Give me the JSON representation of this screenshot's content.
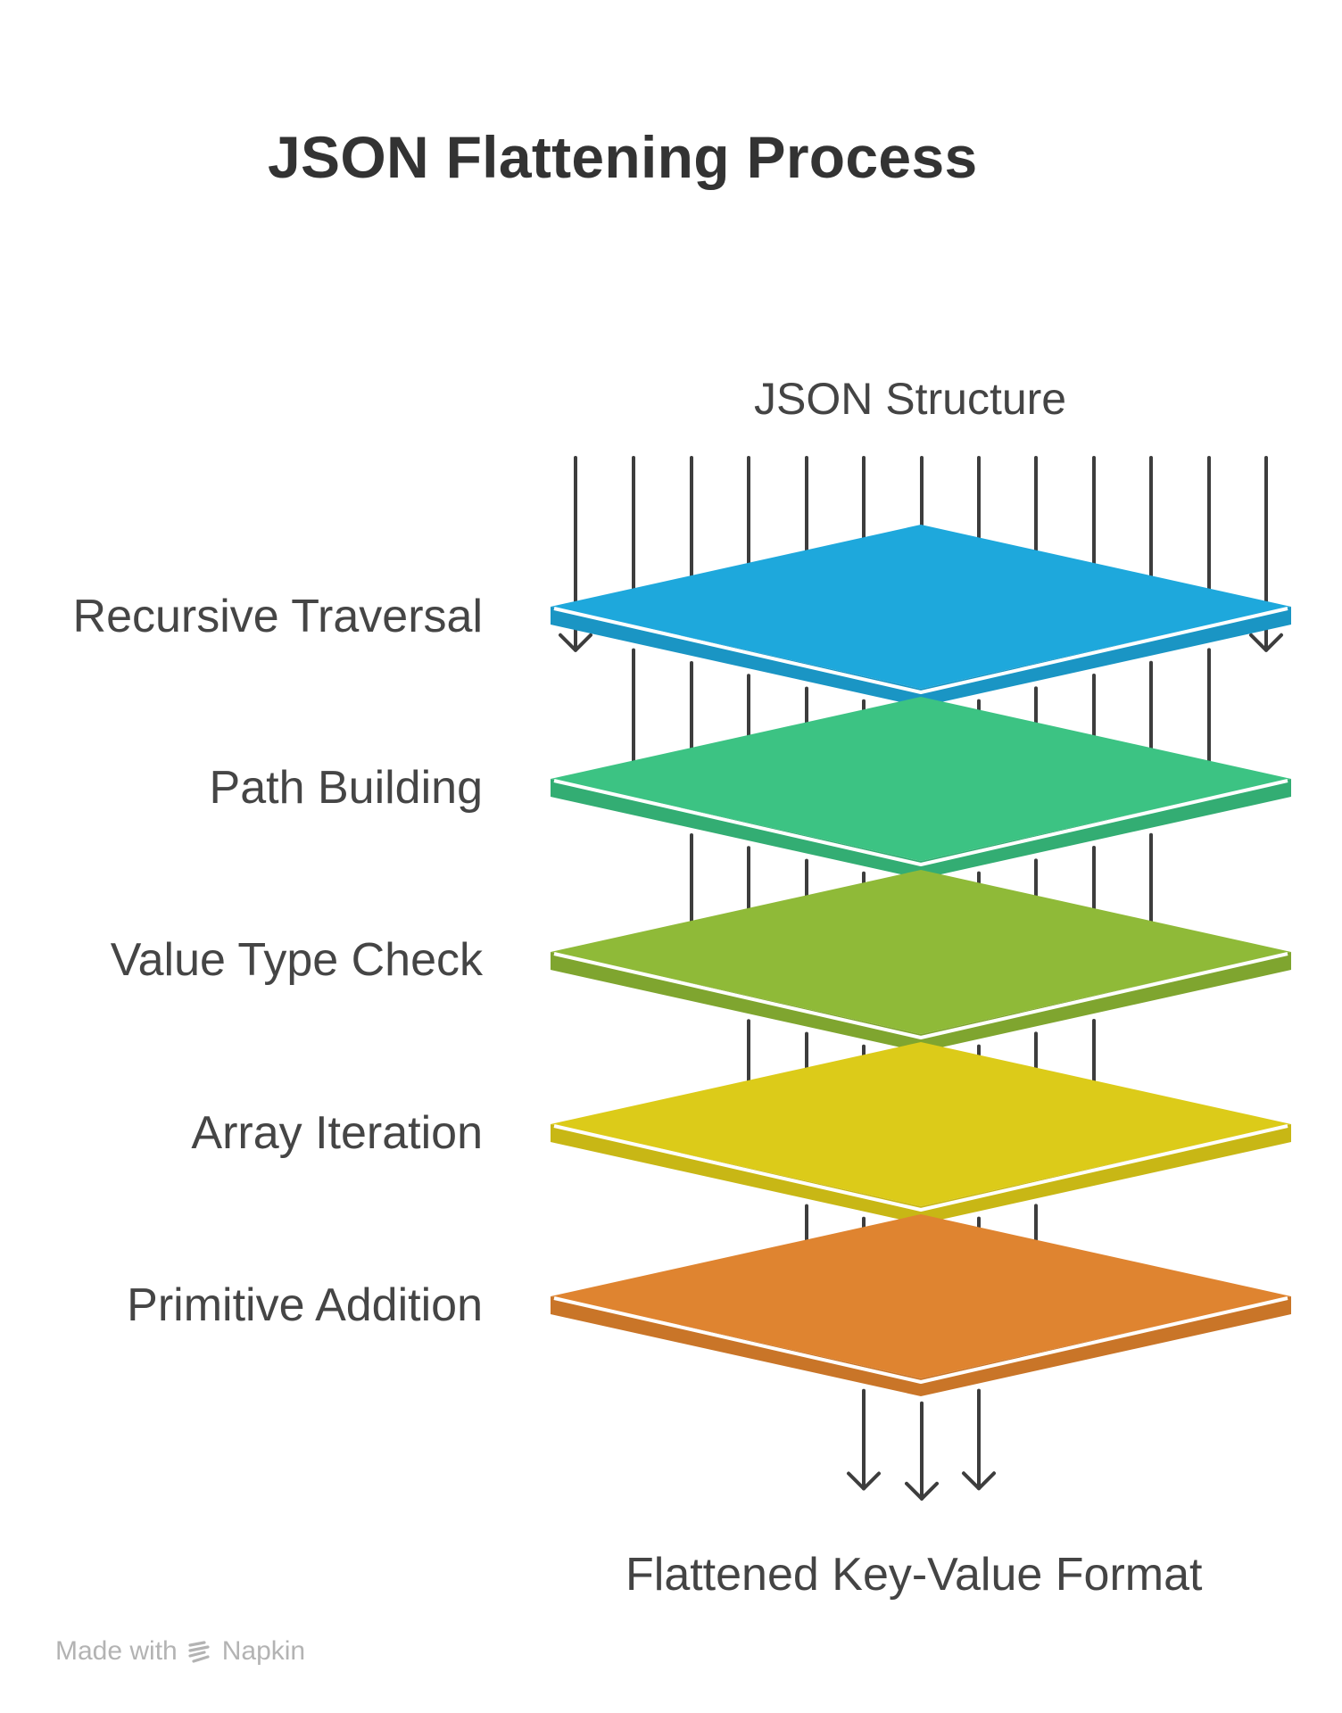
{
  "title": "JSON Flattening Process",
  "input_label": "JSON Structure",
  "output_label": "Flattened Key-Value Format",
  "layers": [
    {
      "label": "Recursive Traversal",
      "color": "#1ea8dc",
      "side_color": "#1a95c4"
    },
    {
      "label": "Path Building",
      "color": "#3cc383",
      "side_color": "#33ad73"
    },
    {
      "label": "Value Type Check",
      "color": "#8fba38",
      "side_color": "#7fa52f"
    },
    {
      "label": "Array Iteration",
      "color": "#dccb19",
      "side_color": "#c8b715"
    },
    {
      "label": "Primitive Addition",
      "color": "#df8430",
      "side_color": "#c97528"
    }
  ],
  "footer": {
    "prefix": "Made with",
    "brand": "Napkin",
    "icon": "napkin-logo-icon"
  }
}
